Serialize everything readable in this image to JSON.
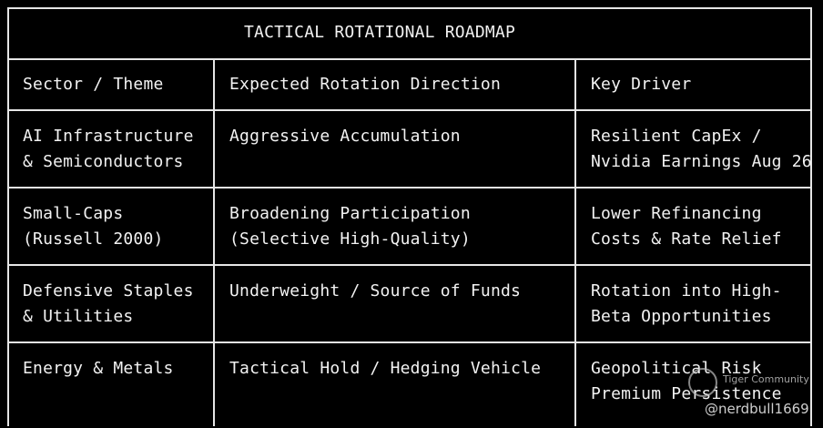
{
  "table": {
    "title": "TACTICAL ROTATIONAL ROADMAP",
    "headers": [
      "Sector / Theme",
      "Expected Rotation Direction",
      "Key Driver"
    ],
    "rows": [
      {
        "sector": [
          "AI Infrastructure",
          "& Semiconductors"
        ],
        "direction": [
          "Aggressive Accumulation"
        ],
        "driver": [
          "Resilient CapEx /",
          "Nvidia Earnings Aug 26"
        ]
      },
      {
        "sector": [
          "Small-Caps",
          "(Russell 2000)"
        ],
        "direction": [
          "Broadening Participation",
          "(Selective High-Quality)"
        ],
        "driver": [
          "Lower Refinancing",
          "Costs & Rate Relief"
        ]
      },
      {
        "sector": [
          "Defensive Staples",
          "& Utilities"
        ],
        "direction": [
          "Underweight / Source of Funds"
        ],
        "driver": [
          "Rotation into High-",
          "Beta Opportunities"
        ]
      },
      {
        "sector": [
          "Energy & Metals"
        ],
        "direction": [
          "Tactical Hold / Hedging Vehicle"
        ],
        "driver": [
          "Geopolitical Risk",
          "Premium Persistence"
        ]
      }
    ]
  },
  "watermark": {
    "brand": "Tiger Community",
    "handle": "@nerdbull1669",
    "icon": "tiger-logo-icon"
  }
}
